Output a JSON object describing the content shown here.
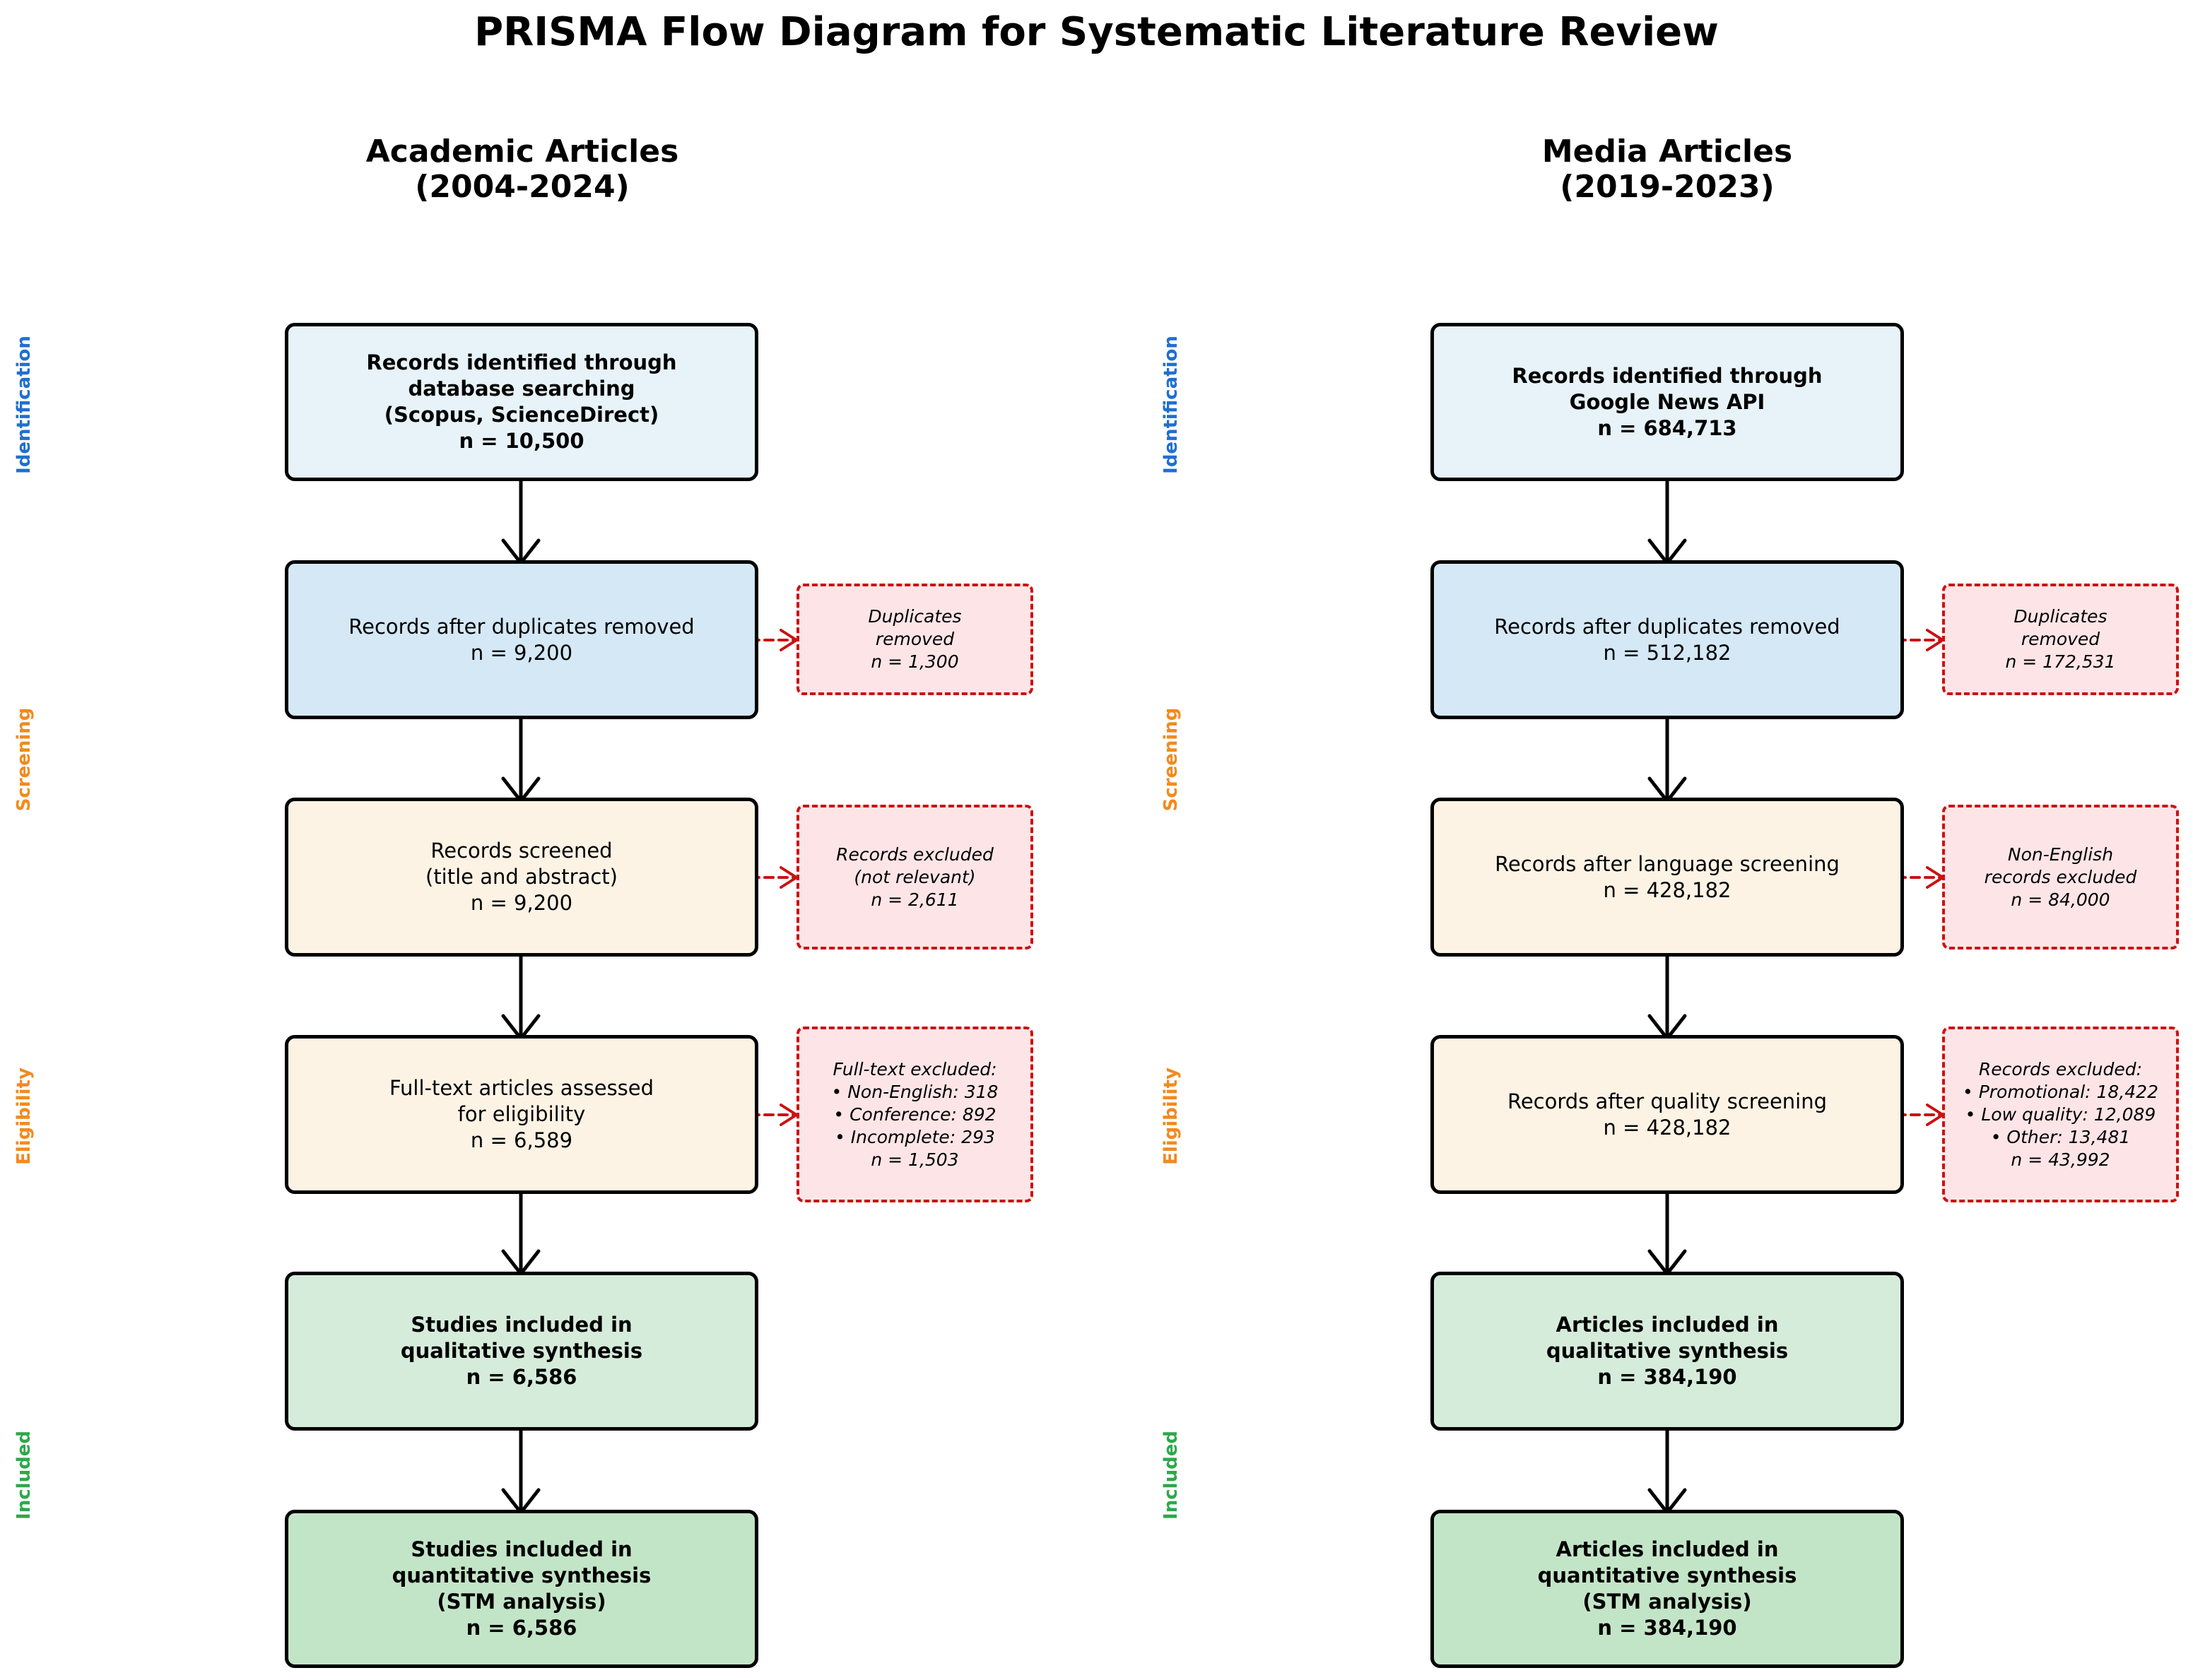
{
  "title": "PRISMA Flow Diagram for Systematic Literature Review",
  "colors": {
    "identification": "#1f6fd1",
    "screening": "#f28a1e",
    "eligibility": "#f28a1e",
    "included": "#2ea84a",
    "box_identification": "#e7f3f9",
    "box_duplicates": "#d4e8f6",
    "box_screening": "#fdf3e5",
    "box_synthesis": "#d6ecdb",
    "box_final": "#c3e5c7",
    "exclusion_fill": "#fde5e7",
    "exclusion_border": "#cc1111"
  },
  "stages": {
    "identification": "Identification",
    "screening": "Screening",
    "eligibility": "Eligibility",
    "included": "Included"
  },
  "academic": {
    "heading": [
      "Academic Articles",
      "(2004-2024)"
    ],
    "identified": [
      "Records identified through",
      "database searching",
      "(Scopus, ScienceDirect)",
      "n = 10,500"
    ],
    "deduplicated": [
      "Records after duplicates removed",
      "n = 9,200"
    ],
    "screened": [
      "Records screened",
      "(title and abstract)",
      "n = 9,200"
    ],
    "eligibility": [
      "Full-text articles assessed",
      "for eligibility",
      "n = 6,589"
    ],
    "qualitative": [
      "Studies included in",
      "qualitative synthesis",
      "n = 6,586"
    ],
    "quantitative": [
      "Studies included in",
      "quantitative synthesis",
      "(STM analysis)",
      "n = 6,586"
    ],
    "excluded_duplicates": [
      "Duplicates",
      "removed",
      "n = 1,300"
    ],
    "excluded_screening": [
      "Records excluded",
      "(not relevant)",
      "n = 2,611"
    ],
    "excluded_fulltext": [
      "Full-text excluded:",
      "• Non-English: 318",
      "• Conference: 892",
      "• Incomplete: 293",
      "n = 1,503"
    ]
  },
  "media": {
    "heading": [
      "Media Articles",
      "(2019-2023)"
    ],
    "identified": [
      "Records identified through",
      "Google News API",
      "n = 684,713"
    ],
    "deduplicated": [
      "Records after duplicates removed",
      "n = 512,182"
    ],
    "screened": [
      "Records after language screening",
      "n = 428,182"
    ],
    "eligibility": [
      "Records after quality screening",
      "n = 428,182"
    ],
    "qualitative": [
      "Articles included in",
      "qualitative synthesis",
      "n = 384,190"
    ],
    "quantitative": [
      "Articles included in",
      "quantitative synthesis",
      "(STM analysis)",
      "n = 384,190"
    ],
    "excluded_duplicates": [
      "Duplicates",
      "removed",
      "n = 172,531"
    ],
    "excluded_screening": [
      "Non-English",
      "records excluded",
      "n = 84,000"
    ],
    "excluded_fulltext": [
      "Records excluded:",
      "• Promotional: 18,422",
      "• Low quality: 12,089",
      "• Other: 13,481",
      "n = 43,992"
    ]
  }
}
